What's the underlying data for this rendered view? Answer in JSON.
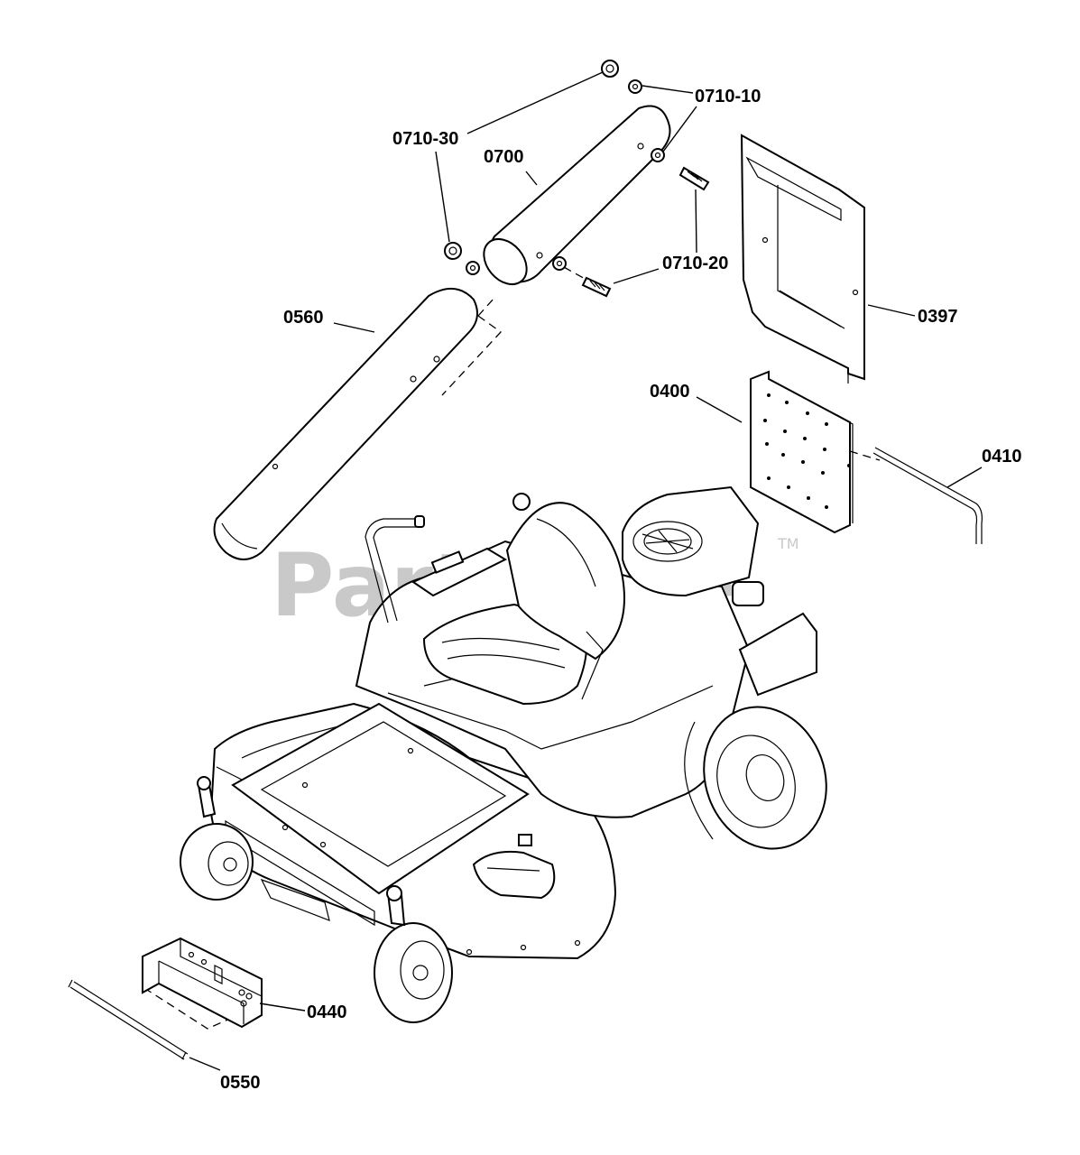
{
  "watermark": {
    "text": "PartsTree",
    "trademark": "TM"
  },
  "callouts": {
    "c0710_10": "0710-10",
    "c0710_30": "0710-30",
    "c0700": "0700",
    "c0710_20": "0710-20",
    "c0560": "0560",
    "c0397": "0397",
    "c0400": "0400",
    "c0410": "0410",
    "c0440": "0440",
    "c0550": "0550"
  }
}
